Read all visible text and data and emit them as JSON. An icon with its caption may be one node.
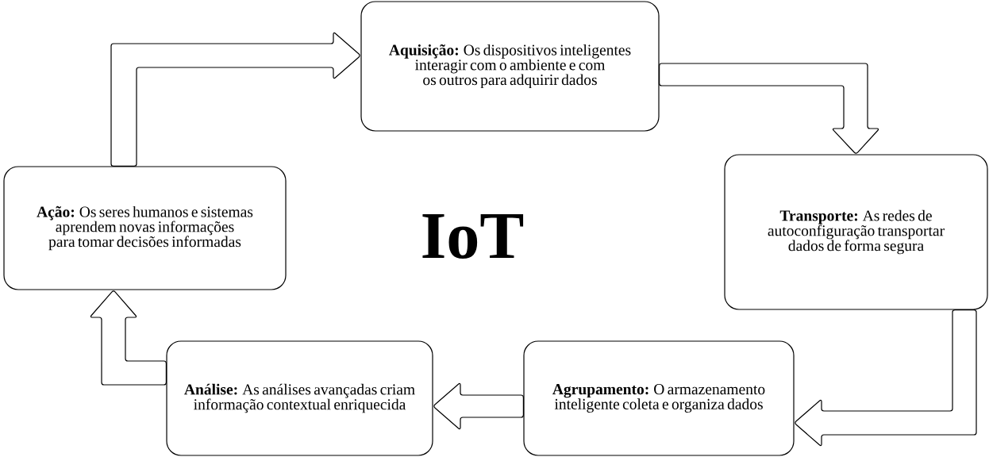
{
  "diagram": {
    "nodes": [
      {
        "text": [
          "**Aquisição:** Os dispositivos inteligentes interagir com o ambiente e com os outros para adquirir dados"
        ]
      },
      {
        "text": [
          "**Transporte:** As redes de autoconfiguração transportar dados de forma segura"
        ]
      },
      {
        "text": [
          "**Agrupamento:** O armazenamento inteligente coleta e organiza dados"
        ]
      },
      {
        "text": [
          "**Análise:** As análises avançadas criam informação contextual enriquecida"
        ]
      },
      {
        "text": [
          "**Ação:** Os seres humanos e sistemas aprendem novas informações para tomar decisões informadas"
        ]
      }
    ],
    "edges": [
      {
        "from": 0,
        "to": 1,
        "arrow": "to"
      },
      {
        "from": 1,
        "to": 2,
        "arrow": "to"
      },
      {
        "from": 2,
        "to": 3,
        "arrow": "to"
      },
      {
        "from": 3,
        "to": 4,
        "arrow": "to"
      },
      {
        "from": 4,
        "to": 0,
        "arrow": "to"
      }
    ],
    "labels": [
      "IoT"
    ]
  }
}
